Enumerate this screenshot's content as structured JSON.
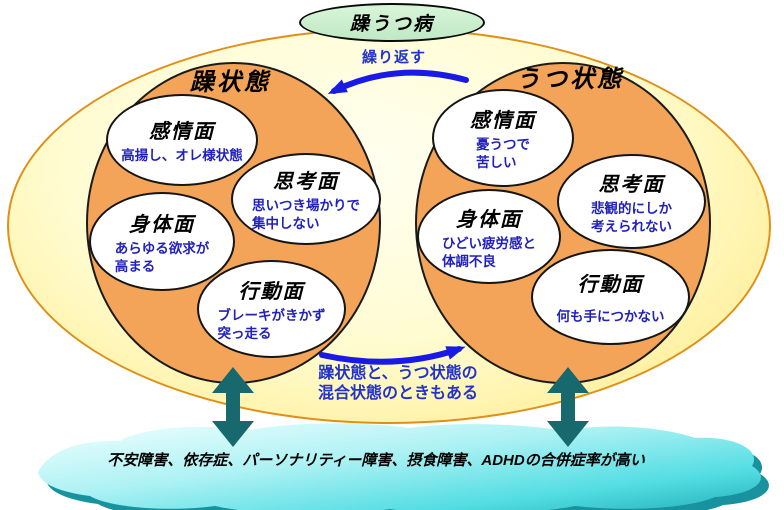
{
  "root_label": "躁うつ病",
  "repeat_label": "繰り返す",
  "left_state": {
    "title": "躁状態",
    "aspects": [
      {
        "title": "感情面",
        "lines": [
          "高揚し、オレ様状態"
        ]
      },
      {
        "title": "思考面",
        "lines": [
          "思いつき場かりで",
          "集中しない"
        ]
      },
      {
        "title": "身体面",
        "lines": [
          "あらゆる欲求が",
          "高まる"
        ]
      },
      {
        "title": "行動面",
        "lines": [
          "ブレーキがきかず",
          "突っ走る"
        ]
      }
    ]
  },
  "right_state": {
    "title": "うつ状態",
    "aspects": [
      {
        "title": "感情面",
        "lines": [
          "憂うつで",
          "苦しい"
        ]
      },
      {
        "title": "思考面",
        "lines": [
          "悲観的にしか",
          "考えられない"
        ]
      },
      {
        "title": "身体面",
        "lines": [
          "ひどい疲労感と",
          "体調不良"
        ]
      },
      {
        "title": "行動面",
        "lines": [
          "何も手につかない"
        ]
      }
    ]
  },
  "mixed_note": {
    "lines": [
      "躁状態と、うつ状態の",
      "混合状態のときもある"
    ]
  },
  "comorbidity_cloud": {
    "text": "不安障害、依存症、パーソナリティー障害、摂食障害、ADHDの合併症率が高い"
  },
  "colors": {
    "arrow_blue": "#1a1ae6",
    "teal_arrow": "#17696d",
    "state_orange": "#f3a458",
    "outer_yellow_edge": "#ffe87d",
    "outer_border": "#de9018",
    "root_green": "#cbefcb",
    "note_blue": "#2233cc",
    "desc_blue": "#2222bb",
    "cloud_light": "#f2ffff",
    "cloud_mid1": "#aff2f4",
    "cloud_mid2": "#52dde3",
    "cloud_dark": "#21acb6",
    "cloud_shadow": "#17929e"
  }
}
